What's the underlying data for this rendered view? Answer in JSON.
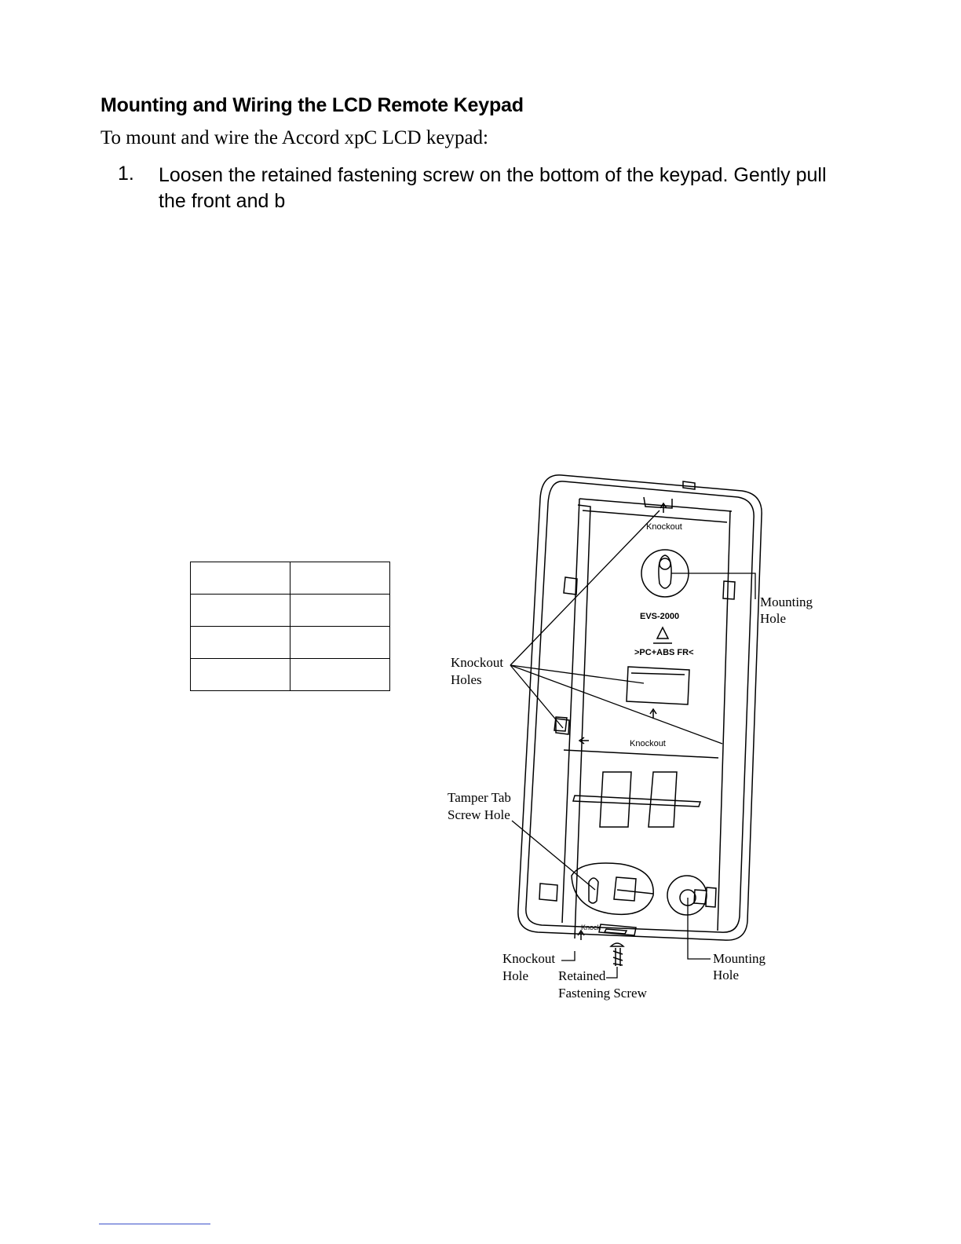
{
  "heading": "Mounting and Wiring the LCD Remote Keypad",
  "intro": "To mount and wire the Accord xpC LCD keypad:",
  "steps": [
    {
      "number": "1.",
      "text": "Loosen the retained fastening screw on the bottom of the keypad. Gently pull  the front and b"
    }
  ],
  "table": {
    "rows": [
      [
        "",
        ""
      ],
      [
        "",
        ""
      ],
      [
        "",
        ""
      ],
      [
        "",
        ""
      ]
    ]
  },
  "diagram": {
    "labels": {
      "knockout_top": "Knockout",
      "mounting_hole_right_1": "Mounting",
      "mounting_hole_right_2": "Hole",
      "model": "EVS-2000",
      "material": ">PC+ABS FR<",
      "knockout_holes_1": "Knockout",
      "knockout_holes_2": "Holes",
      "knockout_mid": "Knockout",
      "tamper_1": "Tamper Tab",
      "tamper_2": "Screw Hole",
      "knockout_bottom_small": "Knock",
      "knockout_hole_1": "Knockout",
      "knockout_hole_2": "Hole",
      "retained_1": "Retained",
      "retained_2": "Fastening Screw",
      "mounting_hole_bottom_1": "Mounting",
      "mounting_hole_bottom_2": "Hole"
    }
  }
}
